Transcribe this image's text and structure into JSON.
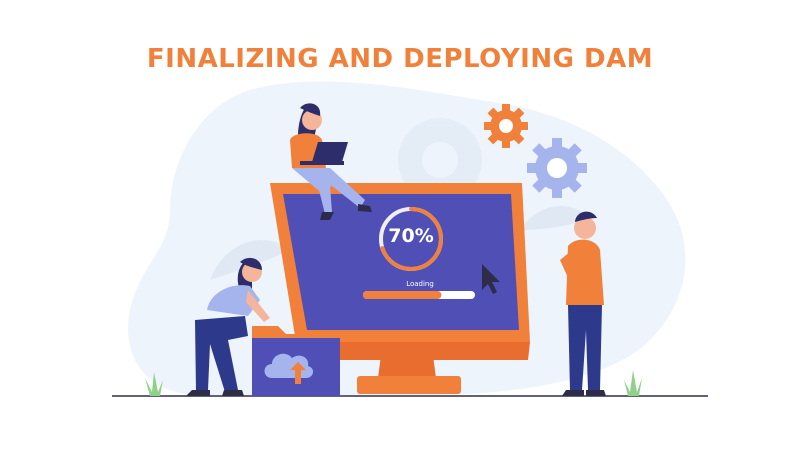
{
  "title": "FINALIZING AND DEPLOYING DAM",
  "progress": {
    "percent_label": "70%",
    "value": 0.7,
    "label": "Loading"
  },
  "colors": {
    "accent_orange": "#f0803a",
    "screen_blue": "#4f4fb6",
    "gear_blue": "#a6b4ee",
    "background_blob": "#eef4fb"
  },
  "icons": [
    "gear-icon",
    "cursor-icon",
    "cloud-upload-icon",
    "laptop-icon",
    "folder-icon"
  ]
}
